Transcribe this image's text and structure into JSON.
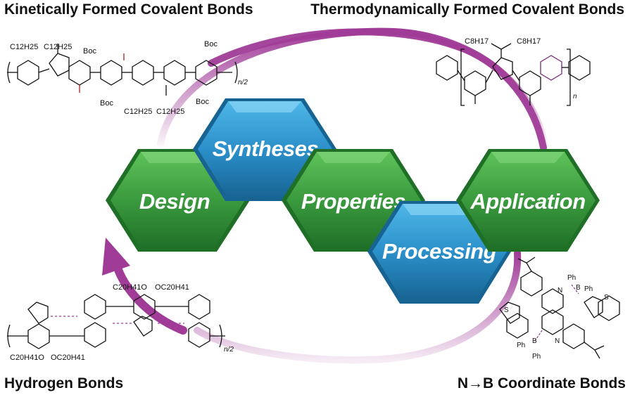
{
  "corner_titles": {
    "top_left": "Kinetically Formed Covalent Bonds",
    "top_right": "Thermodynamically Formed Covalent Bonds",
    "bottom_left": "Hydrogen Bonds",
    "bottom_right": "N→B Coordinate Bonds"
  },
  "stages": {
    "design": "Design",
    "syntheses": "Syntheses",
    "properties": "Properties",
    "processing": "Processing",
    "application": "Application"
  },
  "colors": {
    "green": "#3a9a3e",
    "blue": "#2b8fc9",
    "arrow_purple": "#a03c98"
  },
  "chem_labels": {
    "tl": [
      "C12H25",
      "C12H25",
      "Boc",
      "Boc",
      "Boc",
      "Boc",
      "C12H25",
      "C12H25",
      "n/2"
    ],
    "tr": [
      "C8H17",
      "C8H17",
      "n"
    ],
    "bl": [
      "C20H41O",
      "OC20H41",
      "C20H41O",
      "OC20H41",
      "n/2"
    ],
    "br": [
      "Ph",
      "Ph",
      "Ph",
      "Ph",
      "B",
      "B",
      "N",
      "N",
      "S",
      "S"
    ]
  }
}
